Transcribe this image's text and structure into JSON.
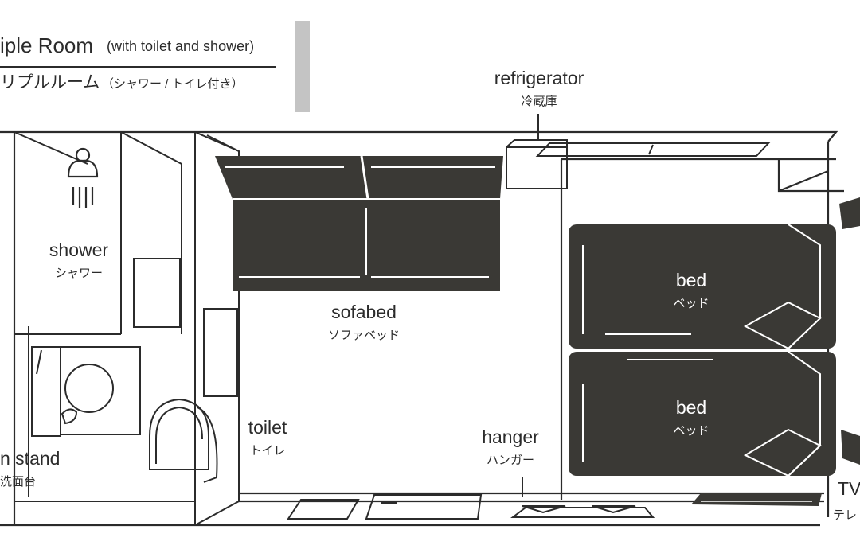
{
  "header": {
    "title_en": "iple Room",
    "title_en_note": "(with toilet and shower)",
    "title_ja": "リプルルーム",
    "title_ja_note": "（シャワー / トイレ付き）"
  },
  "rooms": {
    "refrigerator": {
      "en": "refrigerator",
      "ja": "冷蔵庫"
    },
    "shower": {
      "en": "shower",
      "ja": "シャワー"
    },
    "sofabed": {
      "en": "sofabed",
      "ja": "ソファベッド"
    },
    "bed_top": {
      "en": "bed",
      "ja": "ベッド"
    },
    "bed_bottom": {
      "en": "bed",
      "ja": "ベッド"
    },
    "toilet": {
      "en": "toilet",
      "ja": "トイレ"
    },
    "hanger": {
      "en": "hanger",
      "ja": "ハンガー"
    },
    "wash_stand": {
      "en": "n stand",
      "ja": "洗面台"
    },
    "tv": {
      "en": "TV",
      "ja": "テレ"
    }
  },
  "colors": {
    "line": "#2b2b2b",
    "furniture": "#3a3935",
    "accent_bar": "#c4c4c4",
    "background": "#ffffff"
  }
}
